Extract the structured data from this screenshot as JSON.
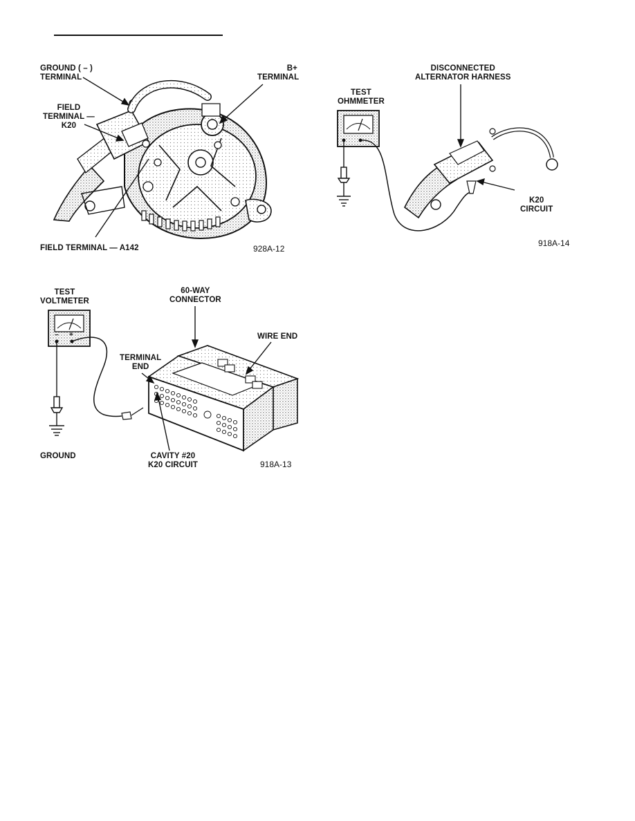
{
  "figure1": {
    "ground_terminal": "GROUND ( – )\nTERMINAL",
    "b_plus_terminal": "B+\nTERMINAL",
    "field_terminal_k20": "FIELD\nTERMINAL —\nK20",
    "field_terminal_a142": "FIELD TERMINAL — A142",
    "code": "928A-12"
  },
  "figure2": {
    "test_ohmmeter": "TEST\nOHMMETER",
    "disconnected_harness": "DISCONNECTED\nALTERNATOR HARNESS",
    "k20_circuit": "K20\nCIRCUIT",
    "code": "918A-14"
  },
  "figure3": {
    "test_voltmeter": "TEST\nVOLTMETER",
    "sixty_way_connector": "60-WAY\nCONNECTOR",
    "wire_end": "WIRE END",
    "terminal_end": "TERMINAL\nEND",
    "ground": "GROUND",
    "cavity": "CAVITY #20\nK20 CIRCUIT",
    "code": "918A-13",
    "meter_minus": "–",
    "meter_plus": "+"
  }
}
